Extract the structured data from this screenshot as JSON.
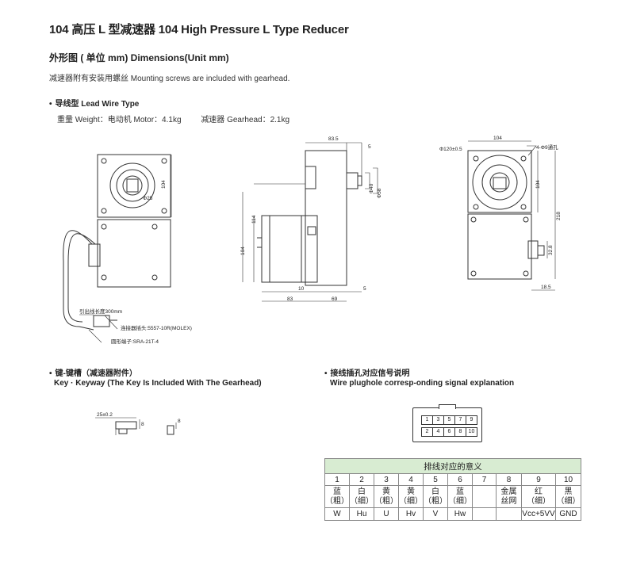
{
  "title": "104 高压 L 型减速器 104 High Pressure L Type Reducer",
  "dimensions_heading": "外形图 ( 单位 mm) Dimensions(Unit mm)",
  "note": "减速器附有安装用螺丝 Mounting screws are included with gearhead.",
  "lead_wire": {
    "heading": "导线型 Lead Wire Type",
    "weight": "重量 Weight：电动机 Motor：4.1kg",
    "gearhead": "减速器 Gearhead：2.1kg"
  },
  "drawing": {
    "front": {
      "side": "104",
      "shaft": "Φ25"
    },
    "lead": {
      "length": "引出线长度300mm",
      "connector": "连接器插头:5557-10R(MOLEX)",
      "terminal": "圆形端子:SRA-21T-4"
    },
    "side": {
      "d1": "83.5",
      "d2": "5",
      "d3": "Φ40",
      "d4": "Φ58",
      "d5": "114",
      "d6": "104",
      "d7": "10",
      "d8": "5",
      "d9": "83",
      "d10": "69"
    },
    "rear": {
      "width": "104",
      "pcd": "Φ120±0.5",
      "holes": "4-Φ9通孔",
      "height": "104",
      "total": "218",
      "shaft": "32.8",
      "offset": "18.5"
    }
  },
  "key": {
    "heading_cn": "键-键槽（减速器附件）",
    "heading_en": "Key · Keyway (The Key Is Included With The Gearhead)",
    "len": "25±0.2",
    "w1": "8",
    "w2": "8"
  },
  "wire": {
    "heading_cn": "接线插孔对应信号说明",
    "heading_en": "Wire plughole corresp-onding signal explanation",
    "pins_top": [
      "1",
      "3",
      "5",
      "7",
      "9"
    ],
    "pins_bottom": [
      "2",
      "4",
      "6",
      "8",
      "10"
    ]
  },
  "signal_table": {
    "header": "排线对应的意义",
    "numbers": [
      "1",
      "2",
      "3",
      "4",
      "5",
      "6",
      "7",
      "8",
      "9",
      "10"
    ],
    "wires": [
      [
        "蓝",
        "（粗）"
      ],
      [
        "白",
        "（细）"
      ],
      [
        "黄",
        "（粗）"
      ],
      [
        "黄",
        "（细）"
      ],
      [
        "白",
        "（粗）"
      ],
      [
        "蓝",
        "（细）"
      ],
      [
        "",
        ""
      ],
      [
        "金属",
        "丝网"
      ],
      [
        "红",
        "（细）"
      ],
      [
        "黑",
        "（细）"
      ]
    ],
    "signals": [
      "W",
      "Hu",
      "U",
      "Hv",
      "V",
      "Hw",
      "",
      "",
      "Vcc+5VV",
      "GND"
    ]
  }
}
